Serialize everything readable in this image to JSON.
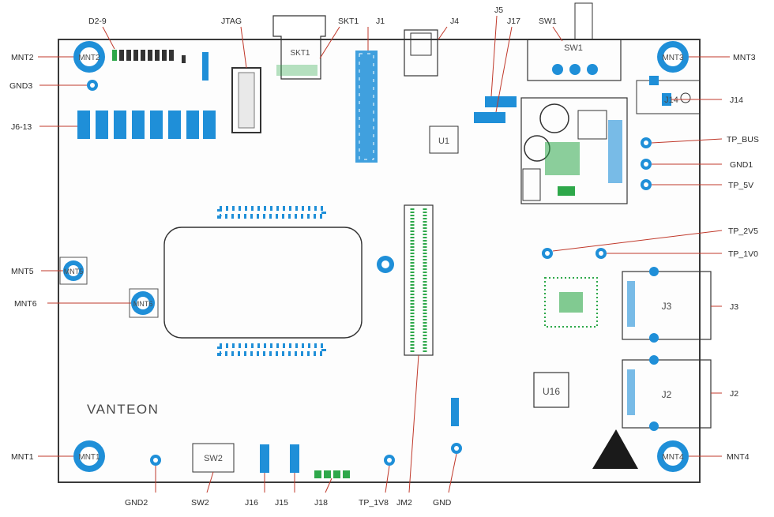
{
  "board": {
    "logo_text": "VANTEON",
    "silkscreen": {
      "sw1": "SW1",
      "sw2": "SW2",
      "skt1": "SKT1",
      "j3": "J3",
      "j2": "J2",
      "j14": "J14",
      "u16": "U16",
      "u1": "U1",
      "mnt1": "MNT1",
      "mnt2": "MNT2",
      "mnt3": "MNT3",
      "mnt4": "MNT4",
      "mnt5": "MNT5",
      "mnt6": "MNT6"
    }
  },
  "callouts": {
    "d2_9": "D2-9",
    "jtag": "JTAG",
    "skt1": "SKT1",
    "j1": "J1",
    "j4": "J4",
    "j5": "J5",
    "j17": "J17",
    "sw1": "SW1",
    "mnt2": "MNT2",
    "mnt3": "MNT3",
    "gnd3": "GND3",
    "j6_13": "J6-13",
    "j14": "J14",
    "tp_bus": "TP_BUS",
    "gnd1": "GND1",
    "tp_5v": "TP_5V",
    "tp_2v5": "TP_2V5",
    "tp_1v0": "TP_1V0",
    "mnt5": "MNT5",
    "mnt6": "MNT6",
    "j3": "J3",
    "j2": "J2",
    "mnt1": "MNT1",
    "mnt4": "MNT4",
    "gnd2": "GND2",
    "sw2": "SW2",
    "j16": "J16",
    "j15": "J15",
    "j18": "J18",
    "tp_1v8": "TP_1V8",
    "jm2": "JM2",
    "gnd": "GND"
  },
  "colors": {
    "leader": "#c0392b",
    "pad_blue": "#1f8fd8",
    "pad_green": "#2ea84a",
    "outline": "#3a3a3a"
  }
}
